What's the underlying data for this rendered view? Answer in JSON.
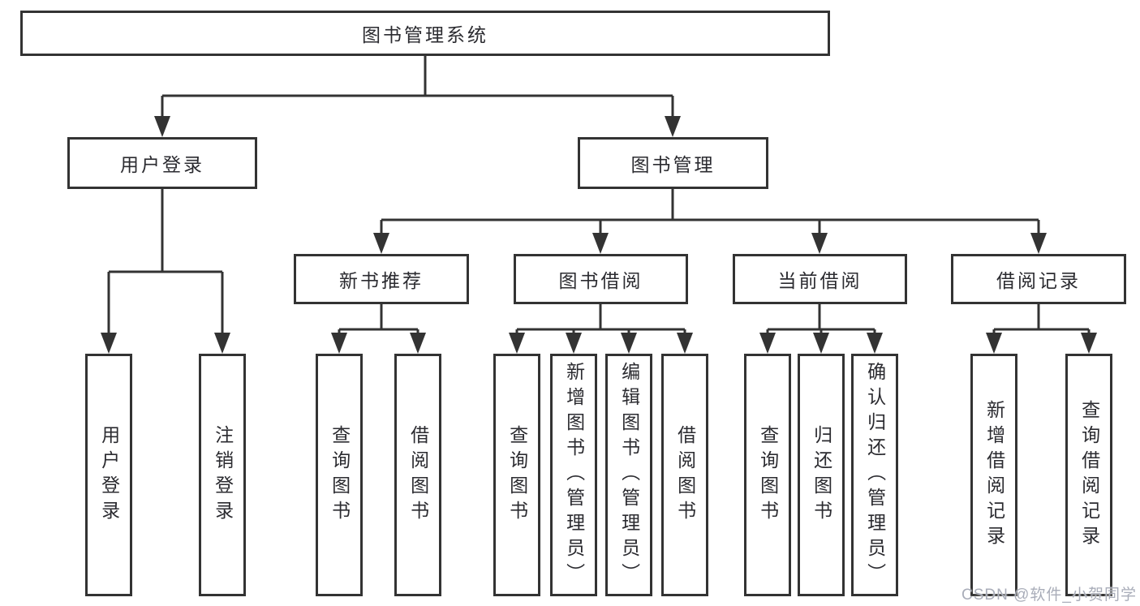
{
  "diagram": {
    "type": "hierarchy-tree",
    "title": "图书管理系统",
    "colors": {
      "line": "#333333",
      "box_border": "#333333",
      "text": "#2b2b30",
      "watermark": "#a9adb9",
      "background": "#ffffff"
    },
    "nodes": {
      "root": {
        "label": "图书管理系统"
      },
      "user_login": {
        "label": "用户登录"
      },
      "book_management": {
        "label": "图书管理"
      },
      "new_book_recommend": {
        "label": "新书推荐"
      },
      "book_borrowing": {
        "label": "图书借阅"
      },
      "current_borrowing": {
        "label": "当前借阅"
      },
      "borrowing_records": {
        "label": "借阅记录"
      },
      "login": {
        "label": "用户登录"
      },
      "logout": {
        "label": "注销登录"
      },
      "recommend_query_books": {
        "label": "查询图书"
      },
      "recommend_borrow_books": {
        "label": "借阅图书"
      },
      "borrowing_query_books": {
        "label": "查询图书"
      },
      "borrowing_add_books": {
        "label": "新增图书（管理员）"
      },
      "borrowing_edit_books": {
        "label": "编辑图书（管理员）"
      },
      "borrowing_borrow_books": {
        "label": "借阅图书"
      },
      "current_query_books": {
        "label": "查询图书"
      },
      "current_return_books": {
        "label": "归还图书"
      },
      "current_confirm_return": {
        "label": "确认归还（管理员）"
      },
      "records_add_record": {
        "label": "新增借阅记录"
      },
      "records_query_record": {
        "label": "查询借阅记录"
      }
    },
    "hierarchy": {
      "图书管理系统": {
        "用户登录": [
          "用户登录",
          "注销登录"
        ],
        "图书管理": {
          "新书推荐": [
            "查询图书",
            "借阅图书"
          ],
          "图书借阅": [
            "查询图书",
            "新增图书（管理员）",
            "编辑图书（管理员）",
            "借阅图书"
          ],
          "当前借阅": [
            "查询图书",
            "归还图书",
            "确认归还（管理员）"
          ],
          "借阅记录": [
            "新增借阅记录",
            "查询借阅记录"
          ]
        }
      }
    }
  },
  "watermark": {
    "text": "CSDN @软件_小贺同学"
  }
}
